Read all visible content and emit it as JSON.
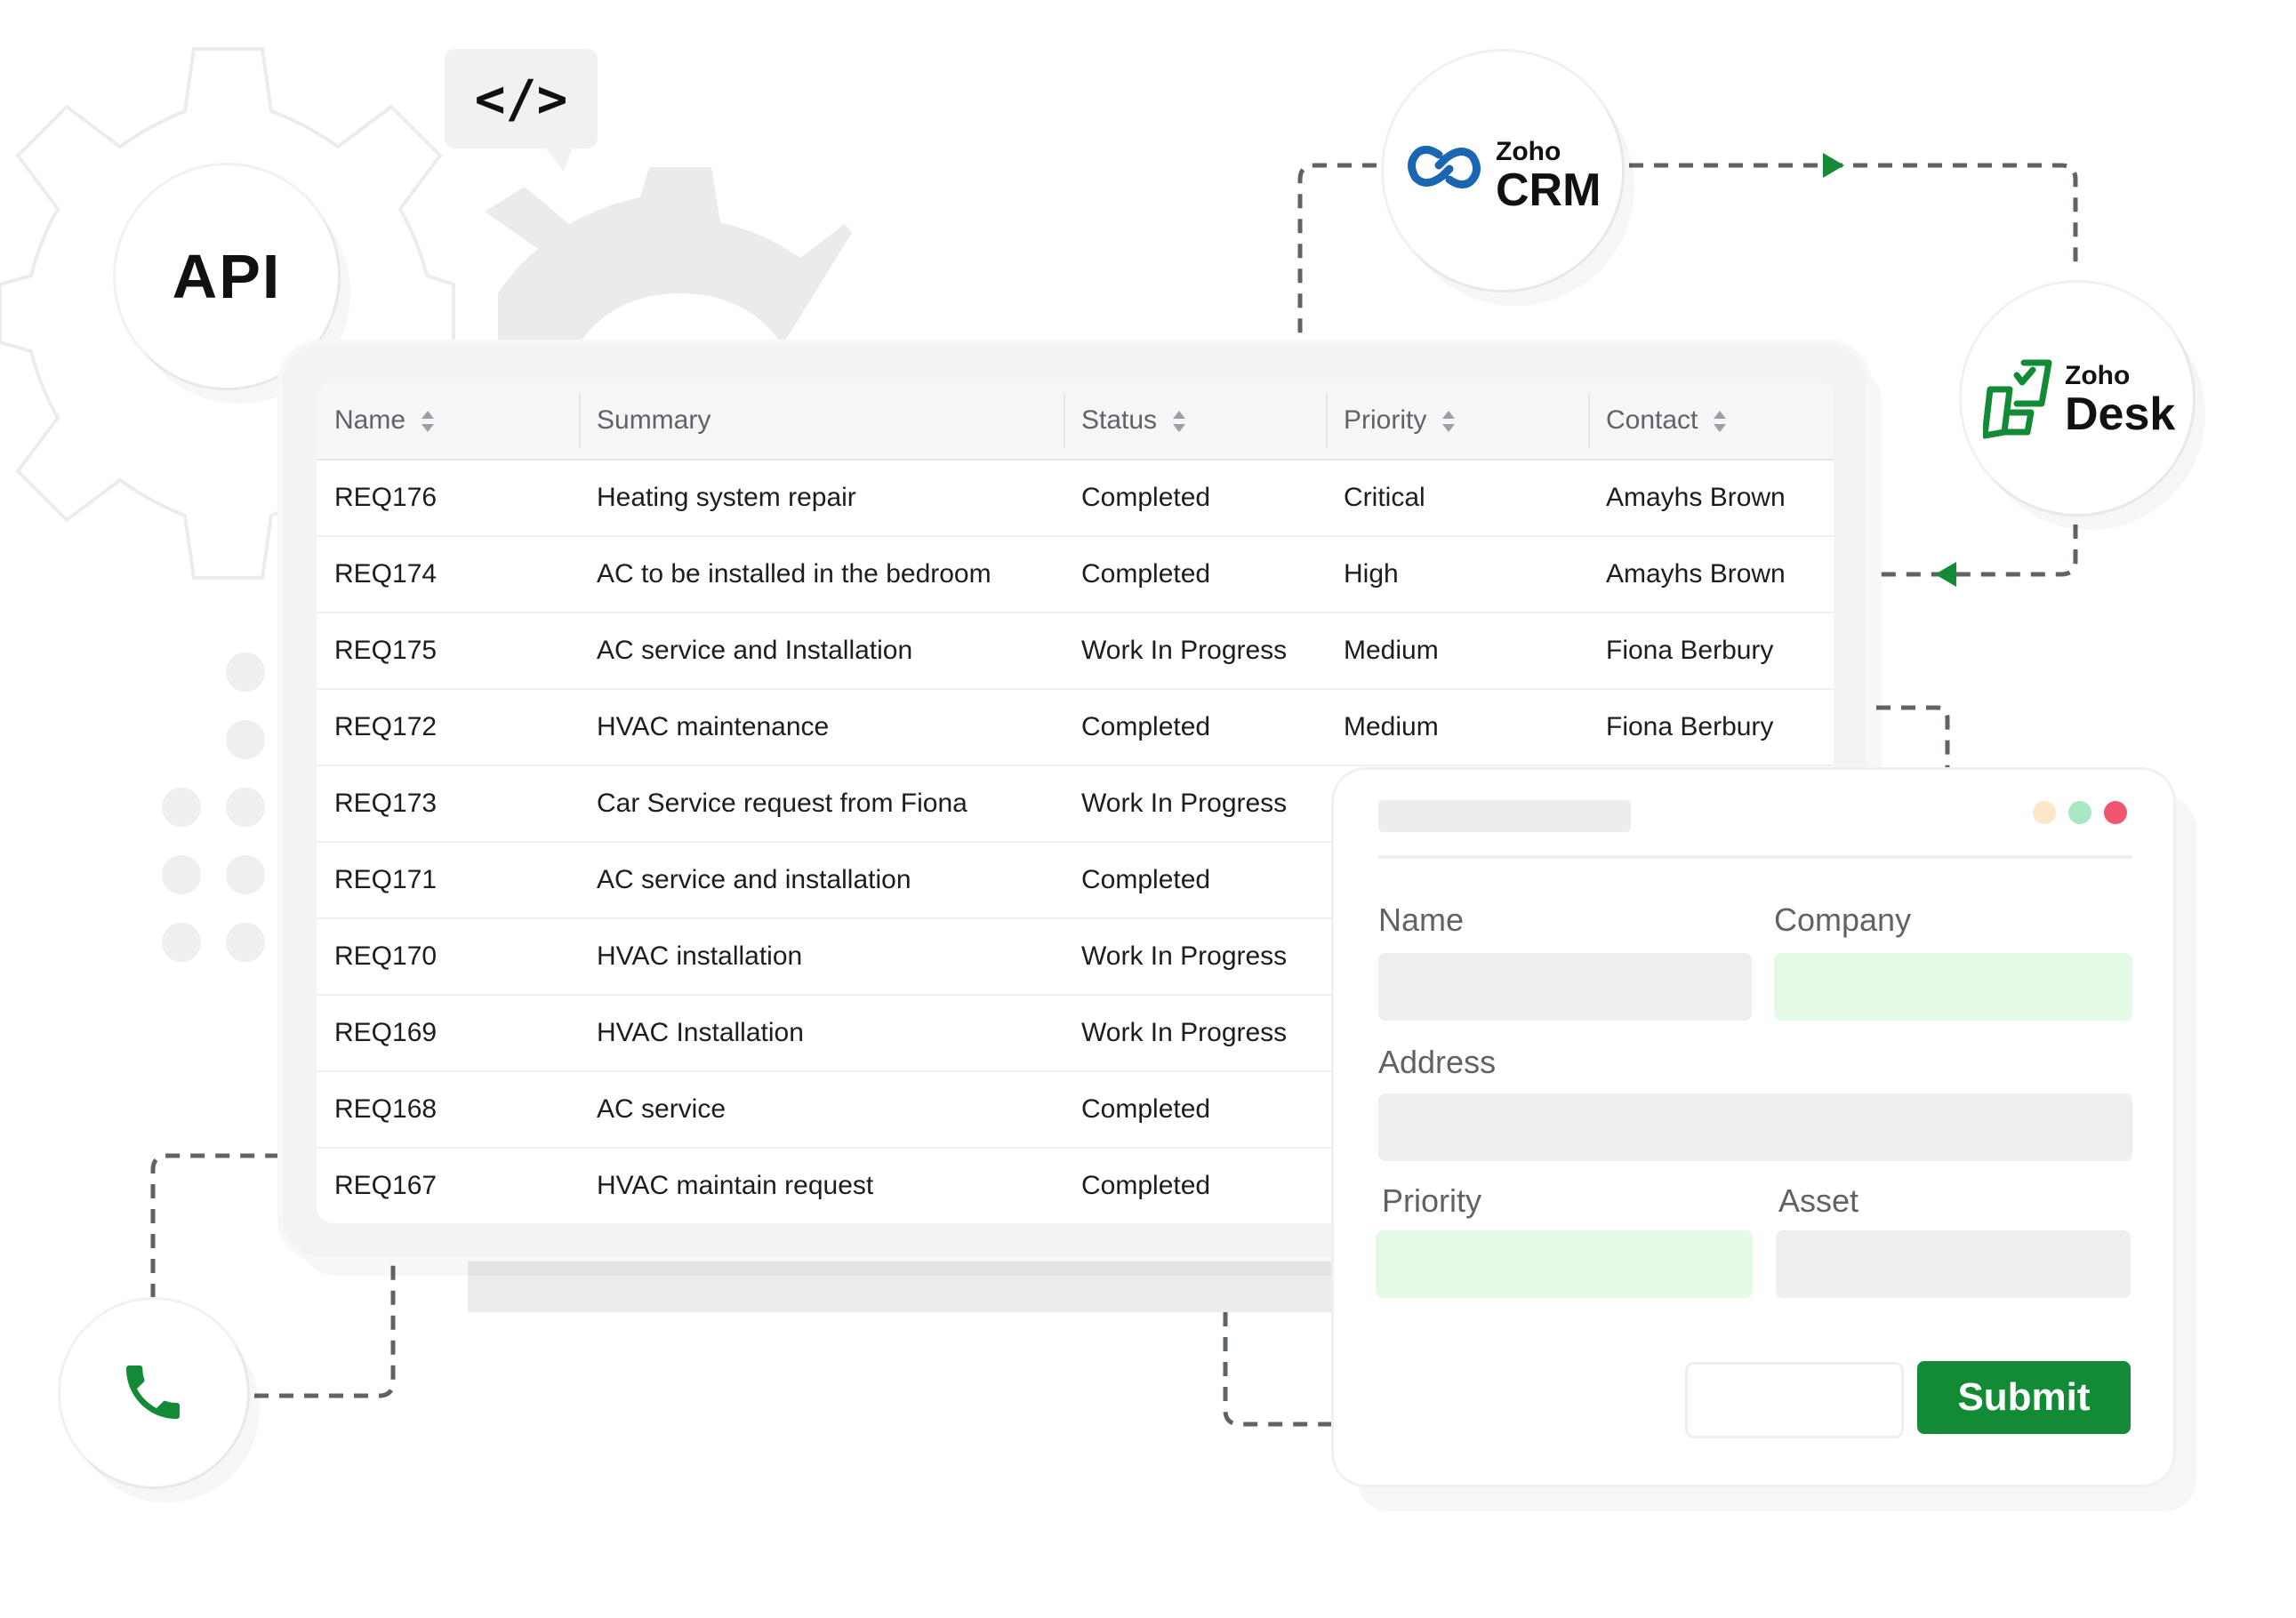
{
  "api_label": "API",
  "code_label": "</>",
  "crm_logo": {
    "brand": "Zoho",
    "product": "CRM"
  },
  "desk_logo": {
    "brand": "Zoho",
    "product": "Desk"
  },
  "table": {
    "headers": [
      "Name",
      "Summary",
      "Status",
      "Priority",
      "Contact"
    ],
    "rows": [
      [
        "REQ176",
        "Heating system repair",
        "Completed",
        "Critical",
        "Amayhs Brown"
      ],
      [
        "REQ174",
        "AC to be installed in the bedroom",
        "Completed",
        "High",
        "Amayhs Brown"
      ],
      [
        "REQ175",
        "AC service and Installation",
        "Work In Progress",
        "Medium",
        "Fiona Berbury"
      ],
      [
        "REQ172",
        "HVAC maintenance",
        "Completed",
        "Medium",
        "Fiona Berbury"
      ],
      [
        "REQ173",
        "Car Service request from Fiona",
        "Work In Progress",
        "",
        ""
      ],
      [
        "REQ171",
        "AC service and installation",
        "Completed",
        "",
        ""
      ],
      [
        "REQ170",
        "HVAC installation",
        "Work In Progress",
        "",
        ""
      ],
      [
        "REQ169",
        "HVAC Installation",
        "Work In Progress",
        "",
        ""
      ],
      [
        "REQ168",
        "AC service",
        "Completed",
        "",
        ""
      ],
      [
        "REQ167",
        "HVAC maintain request",
        "Completed",
        "",
        ""
      ]
    ]
  },
  "form": {
    "labels": {
      "name": "Name",
      "company": "Company",
      "address": "Address",
      "priority": "Priority",
      "asset": "Asset"
    },
    "submit_label": "Submit",
    "window_dots": [
      "#fde7c8",
      "#a8e6c4",
      "#f0566f"
    ]
  },
  "colors": {
    "brand_green": "#138a36",
    "crm_blue": "#1a66b3",
    "desk_green": "#138a36"
  },
  "icons": [
    "gear-icon",
    "code-icon",
    "zoho-crm-icon",
    "zoho-desk-icon",
    "phone-icon",
    "sort-icon",
    "arrow-right-icon",
    "arrow-left-icon"
  ]
}
